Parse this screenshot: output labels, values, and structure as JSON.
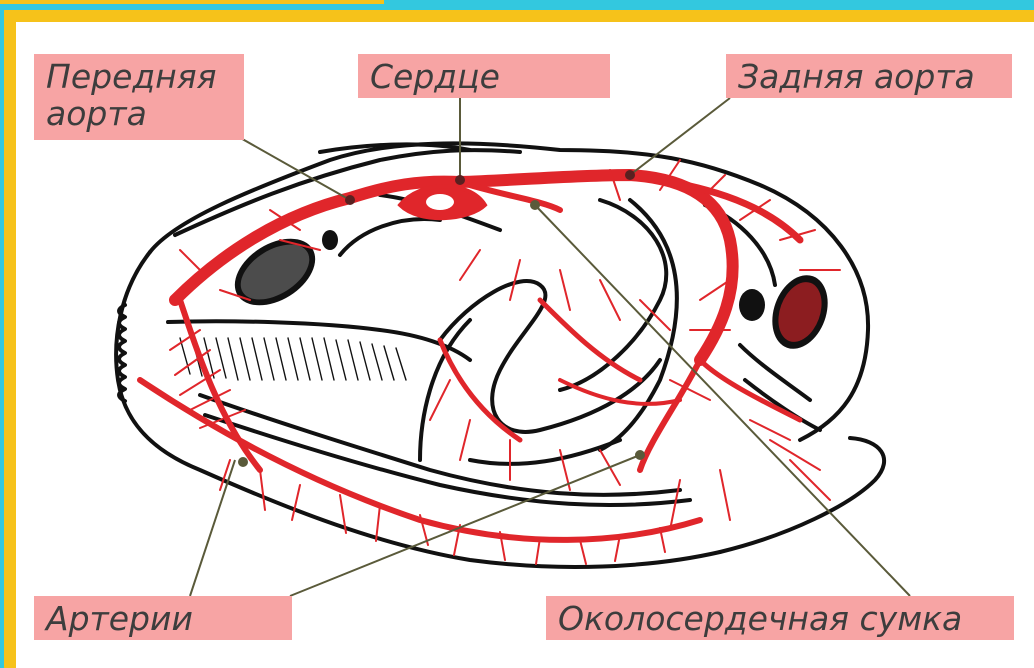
{
  "labels": {
    "anterior_aorta": "Передняя\nаорта",
    "heart": "Сердце",
    "posterior_aorta": "Задняя аорта",
    "arteries": "Артерии",
    "pericardial_sac": "Околосердечная сумка"
  },
  "colors": {
    "background": "#33c8df",
    "frame": "#f6c21a",
    "label_fill": "#f7a4a4",
    "vessel": "#e0262b",
    "outline": "#111111",
    "leader_line": "#5a5a3a"
  }
}
